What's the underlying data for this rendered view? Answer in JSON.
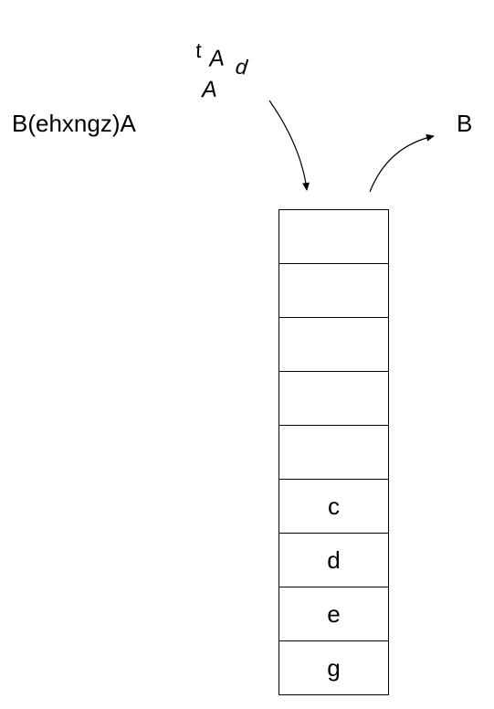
{
  "diagram": {
    "input_expression": "B(ehxngz)A",
    "incoming_chars": [
      "t",
      "A",
      "d",
      "A"
    ],
    "output_label": "B",
    "stack_cells": [
      "",
      "",
      "",
      "",
      "",
      "c",
      "d",
      "e",
      "g"
    ]
  }
}
